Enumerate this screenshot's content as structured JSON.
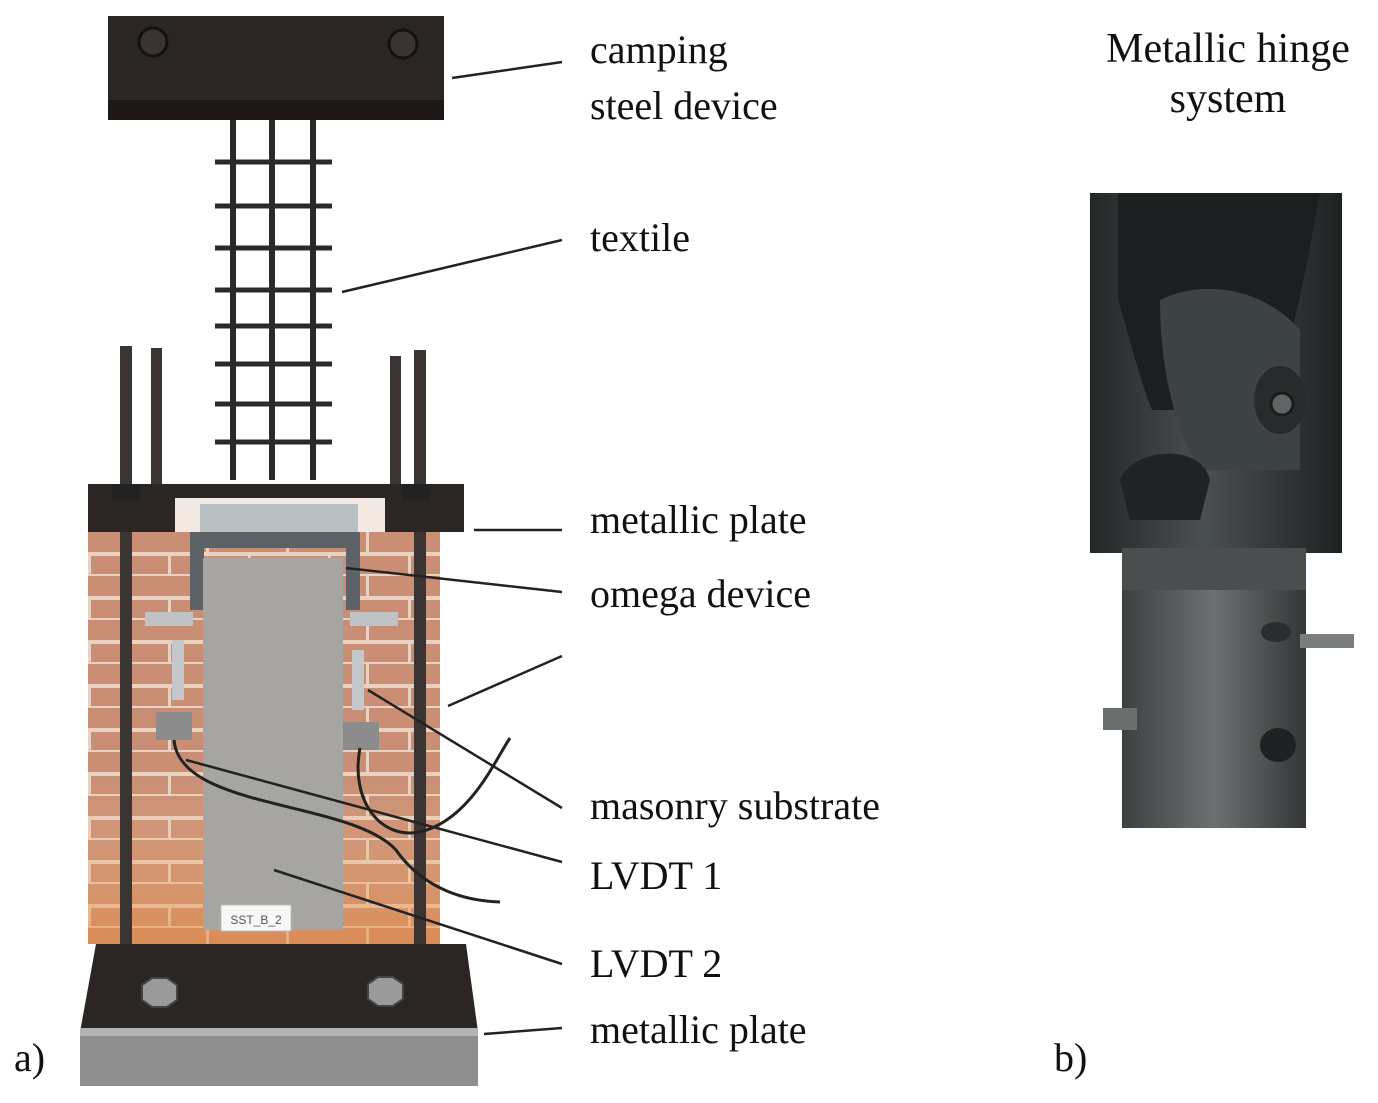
{
  "panel_a": {
    "tag": "a)",
    "labels": {
      "clamping_line1": "camping",
      "clamping_line2": "steel device",
      "textile": "textile",
      "metallic_plate_top": "metallic plate",
      "omega_device": "omega device",
      "masonry_substrate": "masonry substrate",
      "lvdt1": "LVDT 1",
      "lvdt2": "LVDT 2",
      "metallic_plate_bottom": "metallic plate"
    },
    "specimen_tag": "SST_B_2"
  },
  "panel_b": {
    "tag": "b)",
    "title_line1": "Metallic hinge",
    "title_line2": "system"
  },
  "colors": {
    "steel_dark": "#2b2523",
    "brick": "#c98e74",
    "mortar": "#e9d2c1",
    "omega": "#b9c0c4",
    "plate_gray": "#8f8f8f",
    "hinge_dark": "#2f3434",
    "hinge_mid": "#55595a"
  }
}
